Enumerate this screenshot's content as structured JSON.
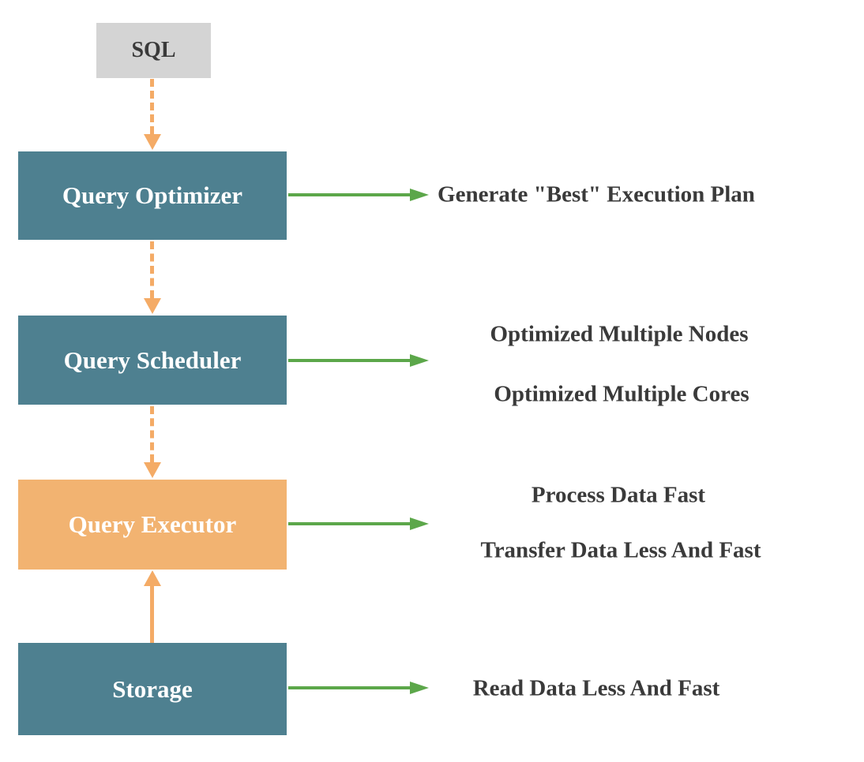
{
  "diagram": {
    "description": "SQL query processing pipeline",
    "colors": {
      "node_teal": "#4e8090",
      "node_orange": "#f2b371",
      "node_gray": "#d4d4d4",
      "flow_arrow_orange": "#f4ab66",
      "annotation_arrow_green": "#5ca74a",
      "annotation_text": "#3a3a3a",
      "node_label_text": "#ffffff",
      "background": "#ffffff"
    },
    "nodes": [
      {
        "id": "sql",
        "label": "SQL"
      },
      {
        "id": "query-optimizer",
        "label": "Query Optimizer"
      },
      {
        "id": "query-scheduler",
        "label": "Query Scheduler"
      },
      {
        "id": "query-executor",
        "label": "Query Executor"
      },
      {
        "id": "storage",
        "label": "Storage"
      }
    ],
    "edges": [
      {
        "from": "sql",
        "to": "query-optimizer",
        "style": "dashed",
        "color": "orange",
        "direction": "down"
      },
      {
        "from": "query-optimizer",
        "to": "query-scheduler",
        "style": "dashed",
        "color": "orange",
        "direction": "down"
      },
      {
        "from": "query-scheduler",
        "to": "query-executor",
        "style": "dashed",
        "color": "orange",
        "direction": "down"
      },
      {
        "from": "storage",
        "to": "query-executor",
        "style": "solid",
        "color": "orange",
        "direction": "up"
      }
    ],
    "annotations": [
      {
        "for": "query-optimizer",
        "lines": [
          "Generate \"Best\" Execution Plan"
        ]
      },
      {
        "for": "query-scheduler",
        "lines": [
          "Optimized Multiple Nodes",
          "Optimized Multiple Cores"
        ]
      },
      {
        "for": "query-executor",
        "lines": [
          "Process Data Fast",
          "Transfer Data Less And Fast"
        ]
      },
      {
        "for": "storage",
        "lines": [
          "Read Data Less And Fast"
        ]
      }
    ]
  }
}
